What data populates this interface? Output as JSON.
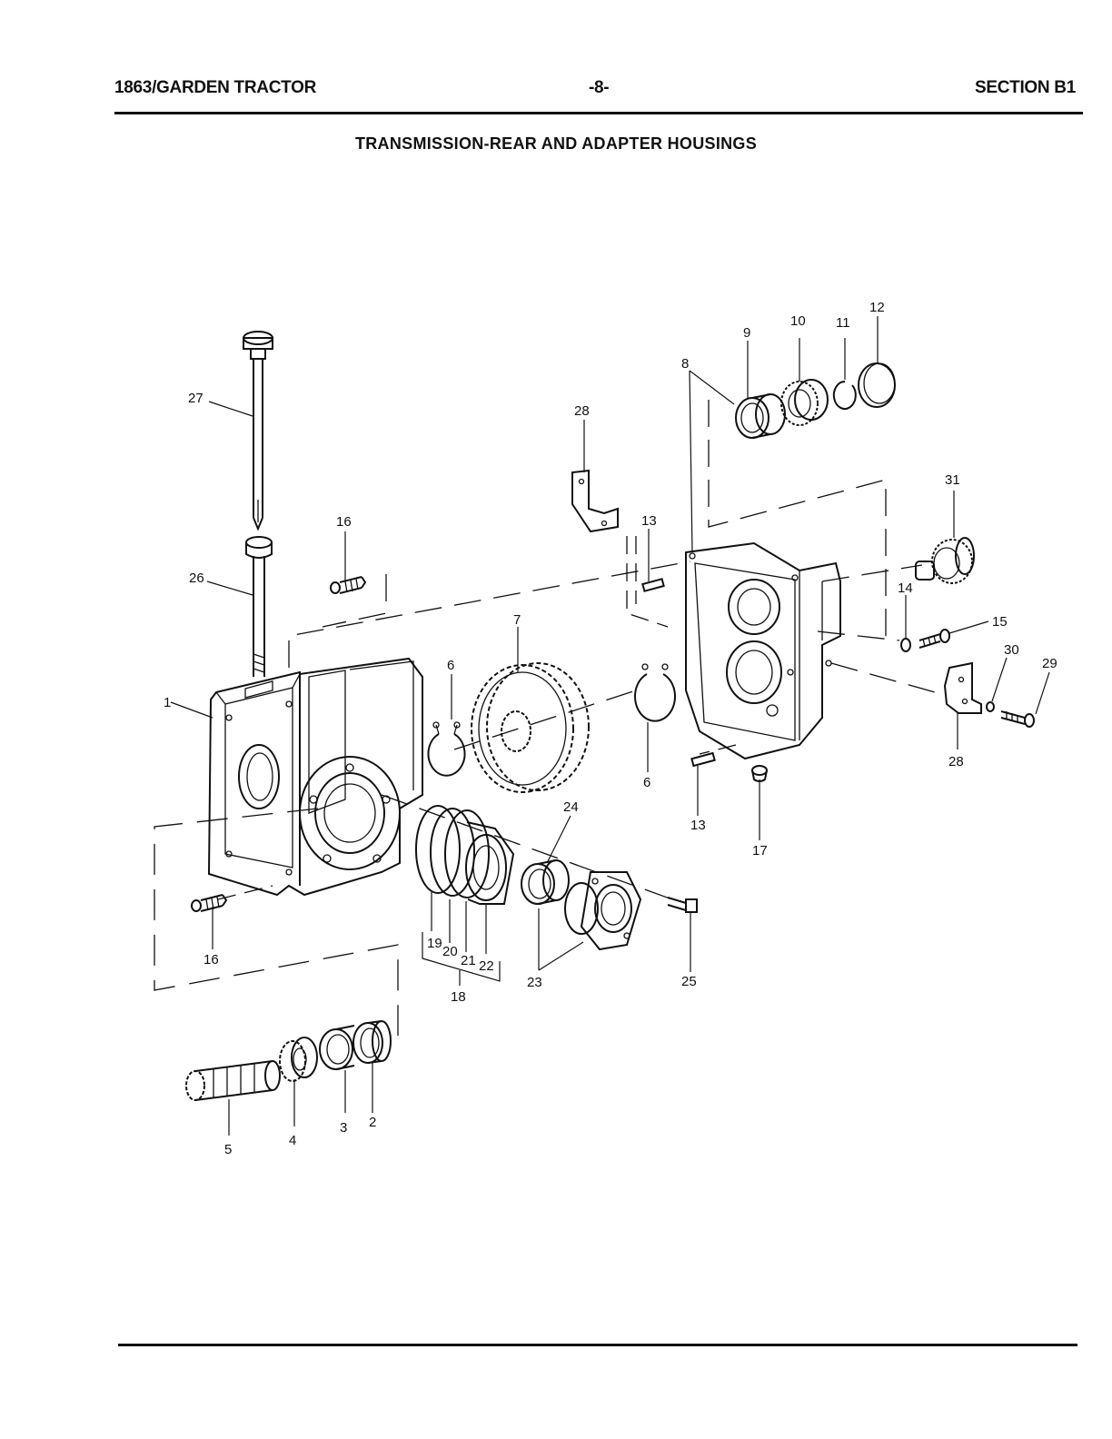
{
  "header": {
    "left": "1863/GARDEN TRACTOR",
    "center": "-8-",
    "right": "SECTION B1"
  },
  "diagram": {
    "title": "TRANSMISSION-REAR AND ADAPTER HOUSINGS",
    "callouts": {
      "c1": "1",
      "c2": "2",
      "c3": "3",
      "c4": "4",
      "c5": "5",
      "c6a": "6",
      "c6b": "6",
      "c7": "7",
      "c8": "8",
      "c9": "9",
      "c10": "10",
      "c11": "11",
      "c12": "12",
      "c13a": "13",
      "c13b": "13",
      "c14": "14",
      "c15": "15",
      "c16a": "16",
      "c16b": "16",
      "c17": "17",
      "c18": "18",
      "c19": "19",
      "c20": "20",
      "c21": "21",
      "c22": "22",
      "c23": "23",
      "c24": "24",
      "c25": "25",
      "c26": "26",
      "c27": "27",
      "c28a": "28",
      "c28b": "28",
      "c29": "29",
      "c30": "30",
      "c31": "31"
    }
  }
}
